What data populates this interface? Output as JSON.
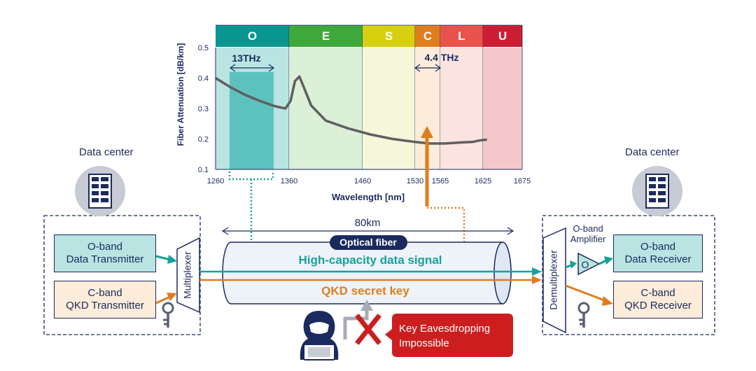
{
  "chart_data": {
    "type": "line",
    "ylabel": "Fiber Attenuation [dB/km]",
    "xlabel": "Wavelength [nm]",
    "y_ticks": [
      "0.5",
      "0.4",
      "0.3",
      "0.2",
      "0.1"
    ],
    "x_ticks": [
      "1260",
      "1360",
      "1460",
      "1530",
      "1565",
      "1625",
      "1675"
    ],
    "ylim": [
      0.1,
      0.5
    ],
    "bands": [
      {
        "name": "O",
        "start": 1260,
        "end": 1360,
        "header_color": "#0a9690",
        "fill_color": "#b9e4e2",
        "label_color": "#ffffff"
      },
      {
        "name": "E",
        "start": 1360,
        "end": 1460,
        "header_color": "#3fa83a",
        "fill_color": "#dcefd7",
        "label_color": "#ffffff"
      },
      {
        "name": "S",
        "start": 1460,
        "end": 1530,
        "header_color": "#d6d010",
        "fill_color": "#f6f6db",
        "label_color": "#ffffff"
      },
      {
        "name": "C",
        "start": 1530,
        "end": 1565,
        "header_color": "#e07d1c",
        "fill_color": "#fcecd9",
        "label_color": "#ffffff"
      },
      {
        "name": "L",
        "start": 1565,
        "end": 1625,
        "header_color": "#e8534b",
        "fill_color": "#fbe3e0",
        "label_color": "#ffffff"
      },
      {
        "name": "U",
        "start": 1625,
        "end": 1675,
        "header_color": "#cc1e33",
        "fill_color": "#f4c8ca",
        "label_color": "#ffffff"
      }
    ],
    "series": [
      {
        "x": [
          1260,
          1280,
          1300,
          1320,
          1340,
          1355,
          1362,
          1368,
          1374,
          1380,
          1390,
          1410,
          1440,
          1470,
          1500,
          1530,
          1550,
          1570,
          1590,
          1610,
          1620,
          1630
        ],
        "y": [
          0.4,
          0.37,
          0.345,
          0.325,
          0.308,
          0.3,
          0.325,
          0.39,
          0.405,
          0.37,
          0.31,
          0.26,
          0.235,
          0.215,
          0.2,
          0.19,
          0.185,
          0.185,
          0.188,
          0.19,
          0.195,
          0.198
        ]
      }
    ],
    "annotations": {
      "o_band_width": "13THz",
      "c_band_width": "4.4 THz"
    }
  },
  "left_site": {
    "label": "Data center",
    "o_tx": [
      "O-band",
      "Data Transmitter"
    ],
    "c_tx": [
      "C-band",
      "QKD Transmitter"
    ],
    "mux": "Multiplexer"
  },
  "right_site": {
    "label": "Data center",
    "o_rx": [
      "O-band",
      "Data Receiver"
    ],
    "c_rx": [
      "C-band",
      "QKD Receiver"
    ],
    "demux": "Demultiplexer",
    "amp_label": [
      "O-band",
      "Amplifier"
    ],
    "amp_symbol": "O"
  },
  "fiber": {
    "distance": "80km",
    "title": "Optical fiber",
    "data_signal": "High-capacity data signal",
    "qkd_key": "QKD secret key"
  },
  "eavesdrop": [
    "Key Eavesdropping",
    "Impossible"
  ],
  "colors": {
    "navy": "#1b2a5e",
    "teal": "#13a39b",
    "orange": "#e07d1c",
    "red": "#cc1e1e"
  }
}
